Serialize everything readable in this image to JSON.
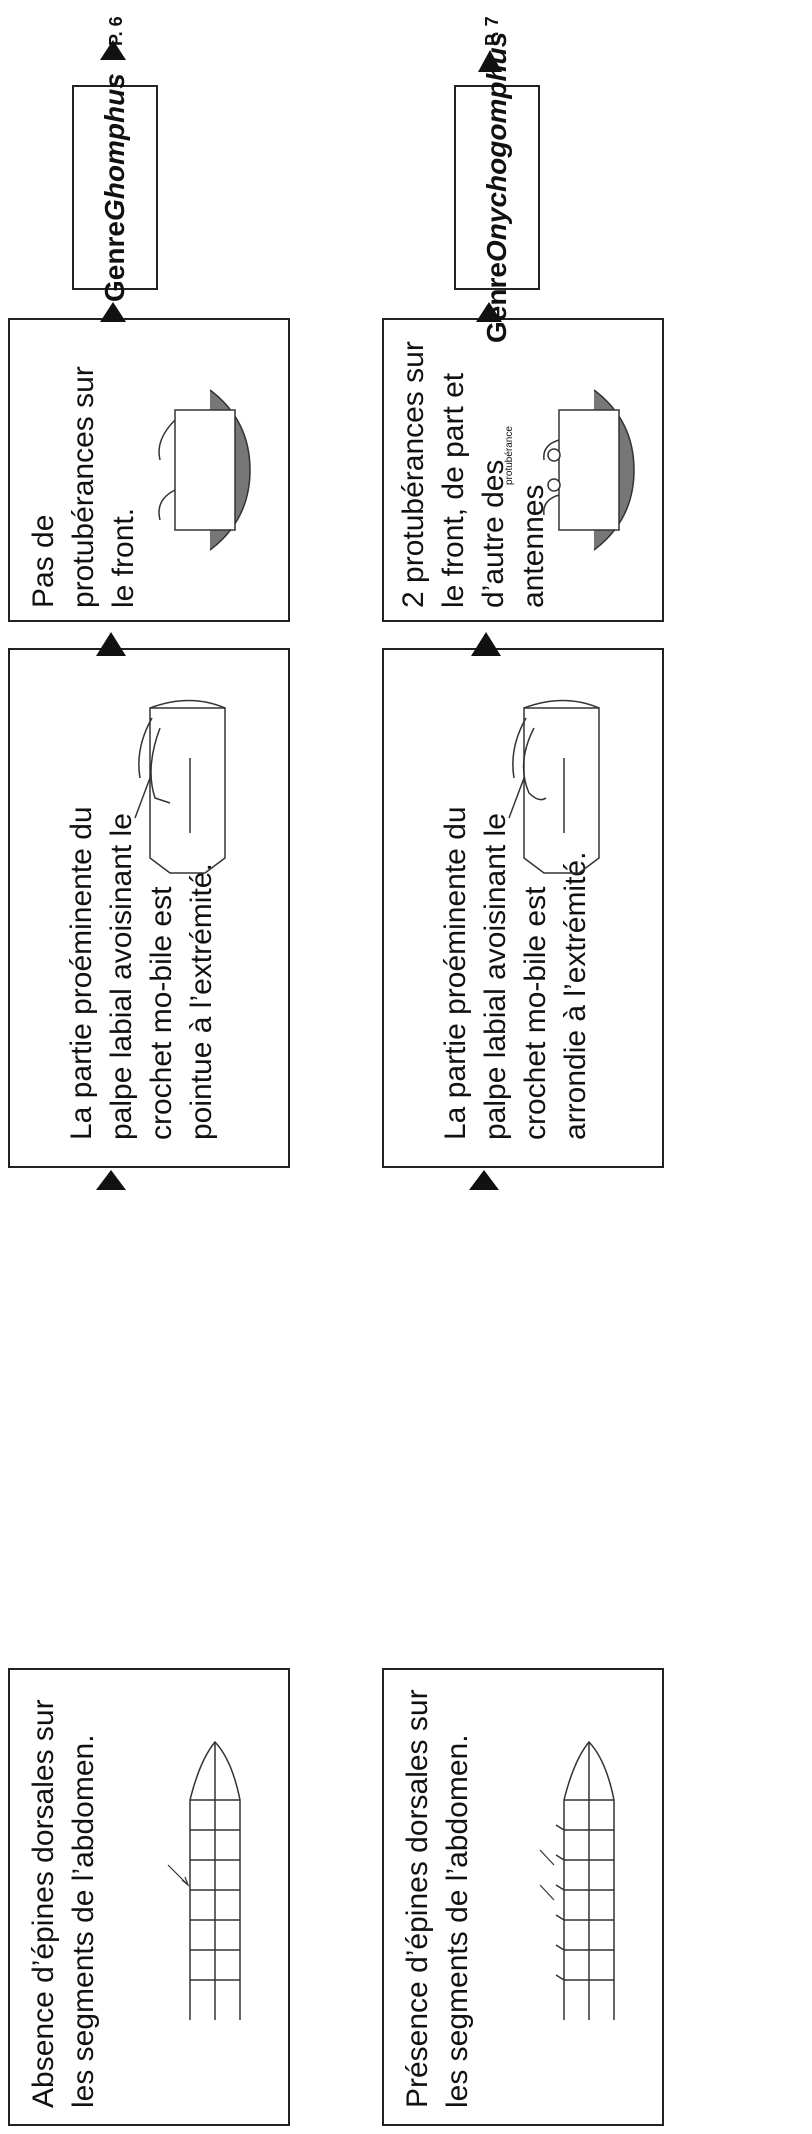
{
  "rows": [
    {
      "step1": "Absence d’épines dorsales sur les segments de l’abdomen.",
      "step2": "La partie proéminente du palpe labial avoisinant le crochet mo-bile est pointue à l’extrémité.",
      "step3": "Pas de protubérances sur le front.",
      "genre_label": "Genre",
      "genre_name": "Ghomphus",
      "page_ref": "P. 6"
    },
    {
      "step1": "Présence d’épines dorsales sur les segments de l’abdomen.",
      "step2": "La partie proéminente du palpe labial avoisinant le crochet mo-bile est arrondie à l’extrémité.",
      "step3": "2 protubérances sur le front, de part et d’autre des antennes",
      "step3_annotation": "protubérance",
      "genre_label": "Genre",
      "genre_name": "Onychogomphus",
      "page_ref": "P. 7"
    }
  ]
}
